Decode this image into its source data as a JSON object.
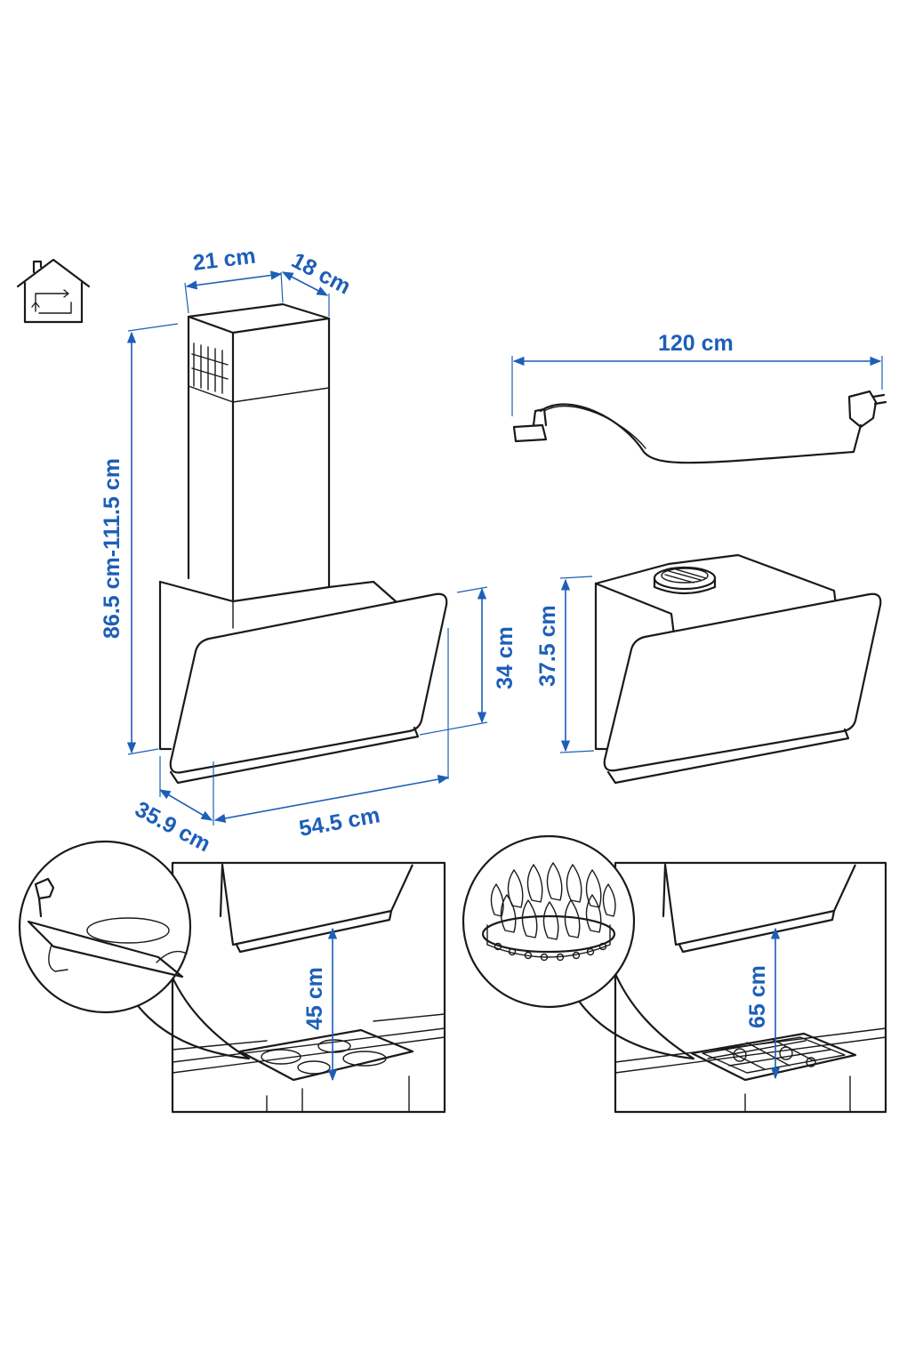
{
  "dimensions": {
    "chimney_width": "21 cm",
    "chimney_depth": "18 cm",
    "total_height": "86.5 cm-111.5 cm",
    "hood_height": "34 cm",
    "hood_depth": "35.9 cm",
    "hood_width": "54.5 cm",
    "cable_length": "120 cm",
    "recirc_height": "37.5 cm",
    "electric_clearance": "45 cm",
    "gas_clearance": "65 cm"
  },
  "icons": {
    "house": "house-recirculation-icon",
    "plug": "power-plug-icon",
    "flame": "gas-flame-icon"
  },
  "colors": {
    "dimension": "#1d5fb8",
    "outline": "#1a1a1a"
  }
}
